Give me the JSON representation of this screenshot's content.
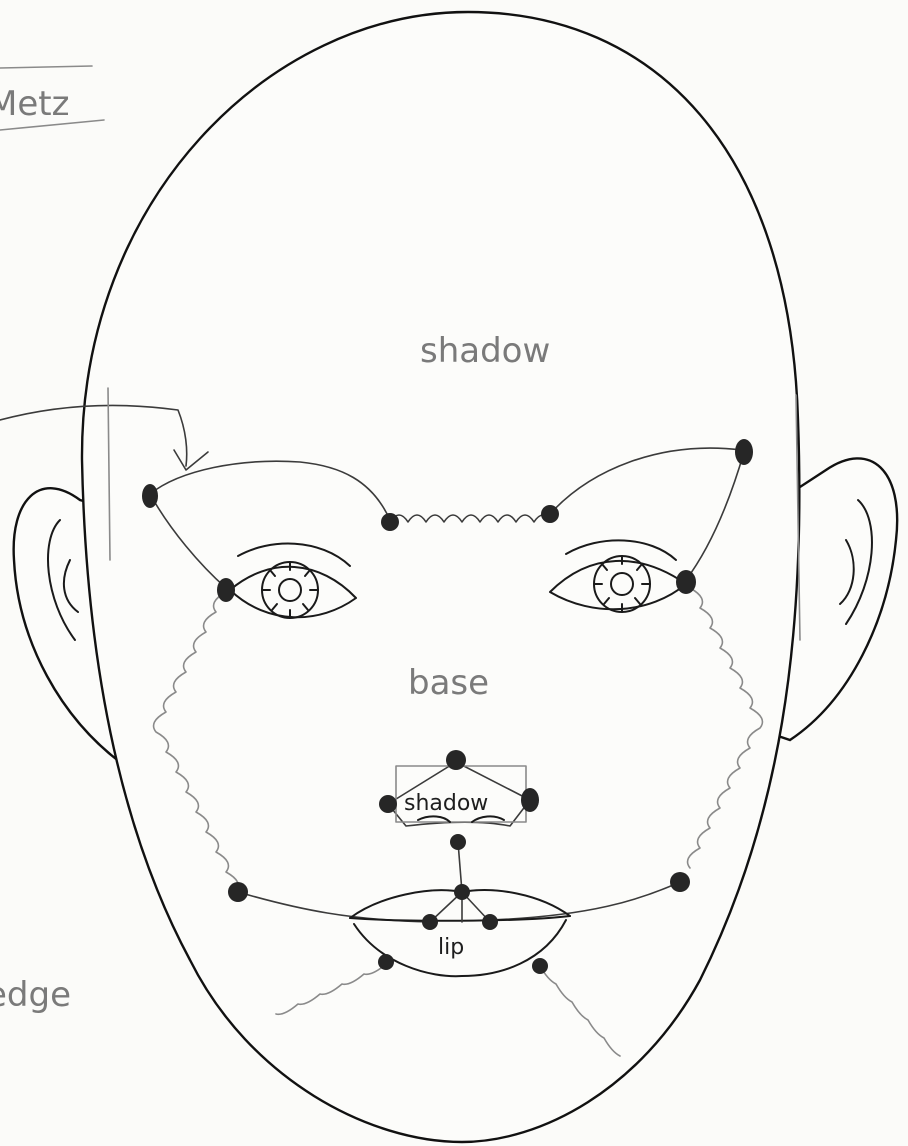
{
  "labels": {
    "corner_top": "Metz",
    "forehead": "shadow",
    "center": "base",
    "nose": "shadow",
    "mouth": "lip",
    "left_edge": "edge"
  },
  "colors": {
    "ink": "#111111",
    "pencil": "#8a8a8a",
    "paper": "#fbfbf9",
    "dot": "#262626"
  }
}
